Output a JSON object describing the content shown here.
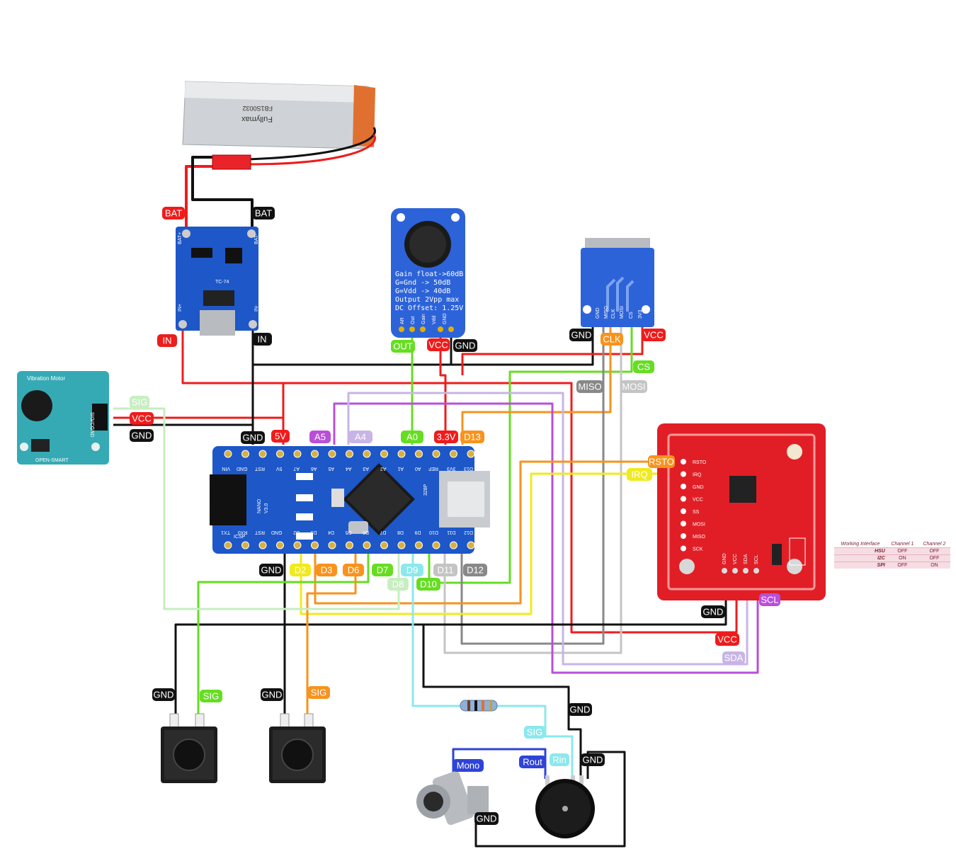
{
  "battery": {
    "brand": "Fullymax",
    "spec": "FB1S0032"
  },
  "charger": {
    "chip": "TC-74",
    "silk": {
      "bat_plus": "BAT+",
      "bat_minus": "BAT-",
      "in_plus": "IN+",
      "in_minus": "IN-"
    }
  },
  "mic_module": {
    "lines": [
      "Gain float->60dB",
      "G=Gnd -> 50dB",
      "G=Vdd -> 40dB",
      "Output 2Vpp max",
      "DC Offset: 1.25V"
    ],
    "pins": [
      "AR",
      "Out",
      "Gain",
      "Vdd",
      "GND"
    ]
  },
  "sd_module": {
    "pins": [
      "GND",
      "MISO",
      "CLK",
      "MOSI",
      "CS",
      "3V3"
    ]
  },
  "vibration": {
    "title": "Vibration Motor",
    "brand": "OPEN-SMART",
    "pins": [
      "SIG",
      "VCC",
      "GND"
    ]
  },
  "nano": {
    "name": "NANO",
    "version": "V3.0",
    "icsp": "ICSP",
    "chip": "328P",
    "top_pins": [
      "VIN",
      "GND",
      "RST",
      "5V",
      "A7",
      "A6",
      "A5",
      "A4",
      "A3",
      "A2",
      "A1",
      "A0",
      "REF",
      "3V3",
      "D13"
    ],
    "bottom_pins": [
      "TX1",
      "RX0",
      "RST",
      "GND",
      "D2",
      "D3",
      "D4",
      "D5",
      "D6",
      "D7",
      "D8",
      "D9",
      "D10",
      "D11",
      "D12"
    ]
  },
  "rfid": {
    "pins": [
      "RSTO",
      "IRQ",
      "GND",
      "VCC",
      "SS",
      "MOSI",
      "MISO",
      "SCK"
    ],
    "bottom_pins": [
      "GND",
      "VCC",
      "SDA",
      "SCL"
    ]
  },
  "interface_table": {
    "headers": [
      "Working Interface",
      "Channel 1",
      "Channel 2"
    ],
    "rows": [
      [
        "HSU",
        "OFF",
        "OFF"
      ],
      [
        "I2C",
        "ON",
        "OFF"
      ],
      [
        "SPI",
        "OFF",
        "ON"
      ]
    ]
  },
  "labels": {
    "bat_red": "BAT",
    "bat_black": "BAT",
    "in_red": "IN",
    "in_black": "IN",
    "mic_out": "OUT",
    "mic_vcc": "VCC",
    "mic_gnd": "GND",
    "sd_gnd": "GND",
    "sd_clk": "CLK",
    "sd_vcc": "VCC",
    "sd_cs": "CS",
    "sd_miso": "MISO",
    "sd_mosi": "MOSI",
    "vib_sig": "SIG",
    "vib_vcc": "VCC",
    "vib_gnd": "GND",
    "n_gnd": "GND",
    "n_5v": "5V",
    "n_a5": "A5",
    "n_a4": "A4",
    "n_a0": "A0",
    "n_33v": "3.3V",
    "n_d13": "D13",
    "b_gnd": "GND",
    "b_d2": "D2",
    "b_d3": "D3",
    "b_d6": "D6",
    "b_d7": "D7",
    "b_d9": "D9",
    "b_d11": "D11",
    "b_d12": "D12",
    "b_d8": "D8",
    "b_d10": "D10",
    "r_rsto": "RSTO",
    "r_irq": "IRQ",
    "r_gnd": "GND",
    "r_scl": "SCL",
    "r_vcc": "VCC",
    "r_sda": "SDA",
    "btn1_gnd": "GND",
    "btn1_sig": "SIG",
    "btn2_gnd": "GND",
    "btn2_sig": "SIG",
    "pot_gnd_top": "GND",
    "pot_sig": "SIG",
    "pot_gnd": "GND",
    "rin": "Rin",
    "rout": "Rout",
    "mono": "Mono",
    "jack_gnd": "GND"
  },
  "colors": {
    "red": "#ee1c1c",
    "black": "#111111",
    "green": "#66dd22",
    "orange": "#f7931e",
    "yellow": "#f1ea1c",
    "purple": "#b94fd8",
    "lavender": "#c8b4e6",
    "light_green": "#c7eec0",
    "light_cyan": "#8ce8ec",
    "gray": "#888888",
    "light_gray": "#c4c4c4",
    "blue": "#2e43d8",
    "pcb_blue": "#1d57c8",
    "pcb_red": "#e11e26"
  }
}
